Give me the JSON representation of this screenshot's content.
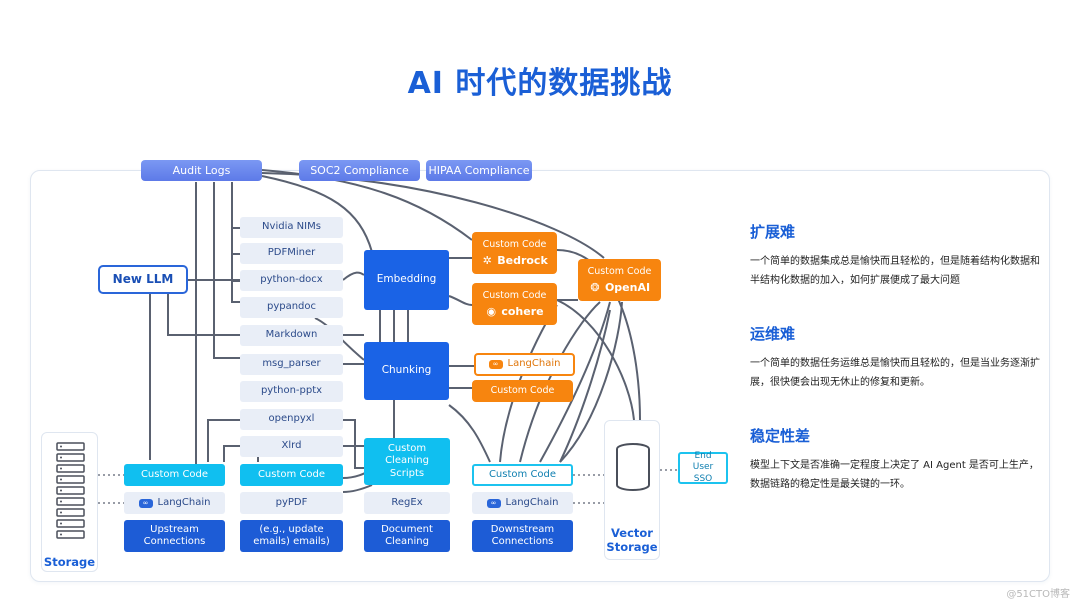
{
  "title": "AI 时代的数据挑战",
  "compliance": [
    "Audit Logs",
    "SOC2 Compliance",
    "HIPAA Compliance"
  ],
  "new_llm": "New LLM",
  "libraries": [
    "Nvidia NIMs",
    "PDFMiner",
    "python-docx",
    "pypandoc",
    "Markdown",
    "msg_parser",
    "python-pptx",
    "openpyxl",
    "Xlrd",
    "pyPDF"
  ],
  "embedding": "Embedding",
  "chunking": "Chunking",
  "custom_cleaning": "Custom Cleaning Scripts",
  "regex": "RegEx",
  "custom_code": "Custom Code",
  "langchain": "LangChain",
  "providers": {
    "bedrock": "Bedrock",
    "cohere": "cohere",
    "openai": "OpenAI"
  },
  "end_user_sso": "End User SSO",
  "bottom_labels": {
    "upstream": "Upstream Connections",
    "update_emails": "(e.g., update emails) emails)",
    "document_cleaning": "Document Cleaning",
    "downstream": "Downstream Connections"
  },
  "storage": "Storage",
  "vector_storage": "Vector Storage",
  "right_panel": [
    {
      "heading": "扩展难",
      "text": "一个简单的数据集成总是愉快而且轻松的，但是随着结构化数据和半结构化数据的加入，如何扩展便成了最大问题"
    },
    {
      "heading": "运维难",
      "text": "一个简单的数据任务运维总是愉快而且轻松的，但是当业务逐渐扩展，很快便会出现无休止的修复和更新。"
    },
    {
      "heading": "稳定性差",
      "text": "模型上下文是否准确一定程度上决定了 AI Agent 是否可上生产，数据链路的稳定性是最关键的一环。"
    }
  ],
  "watermark": "@51CTO博客",
  "colors": {
    "primary_blue": "#1a63e6",
    "orange": "#f7850f",
    "cyan": "#10bff0",
    "title_blue": "#1a5fd6"
  }
}
